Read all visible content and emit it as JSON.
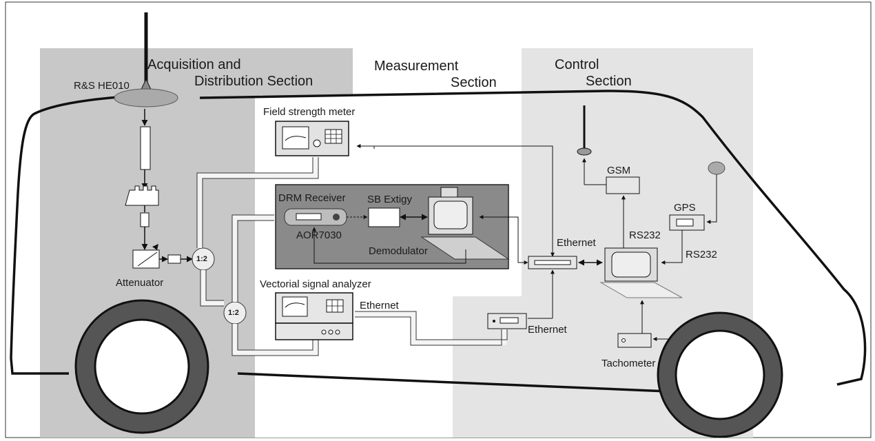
{
  "sections": {
    "acquisition_line1": "Acquisition and",
    "acquisition_line2": "Distribution Section",
    "measurement_line1": "Measurement",
    "measurement_line2": "Section",
    "control_line1": "Control",
    "control_line2": "Section"
  },
  "components": {
    "antenna": "R&S HE010",
    "attenuator": "Attenuator",
    "splitter_1": "1:2",
    "splitter_2": "1:2",
    "field_strength_meter": "Field strength meter",
    "drm_receiver": "DRM Receiver",
    "aor": "AOR7030",
    "sb_extigy": "SB Extigy",
    "demodulator": "Demodulator",
    "vectorial_signal_analyzer": "Vectorial signal analyzer",
    "ethernet_1": "Ethernet",
    "ethernet_2": "Ethernet",
    "ethernet_3": "Ethernet",
    "gsm": "GSM",
    "gps": "GPS",
    "rs232_1": "RS232",
    "rs232_2": "RS232",
    "tachometer": "Tachometer"
  },
  "colors": {
    "section_shade": "#c8c8c8",
    "control_shade": "#e4e4e4",
    "drm_box": "#8a8a8a",
    "tire": "#555555",
    "line": "#111111"
  }
}
